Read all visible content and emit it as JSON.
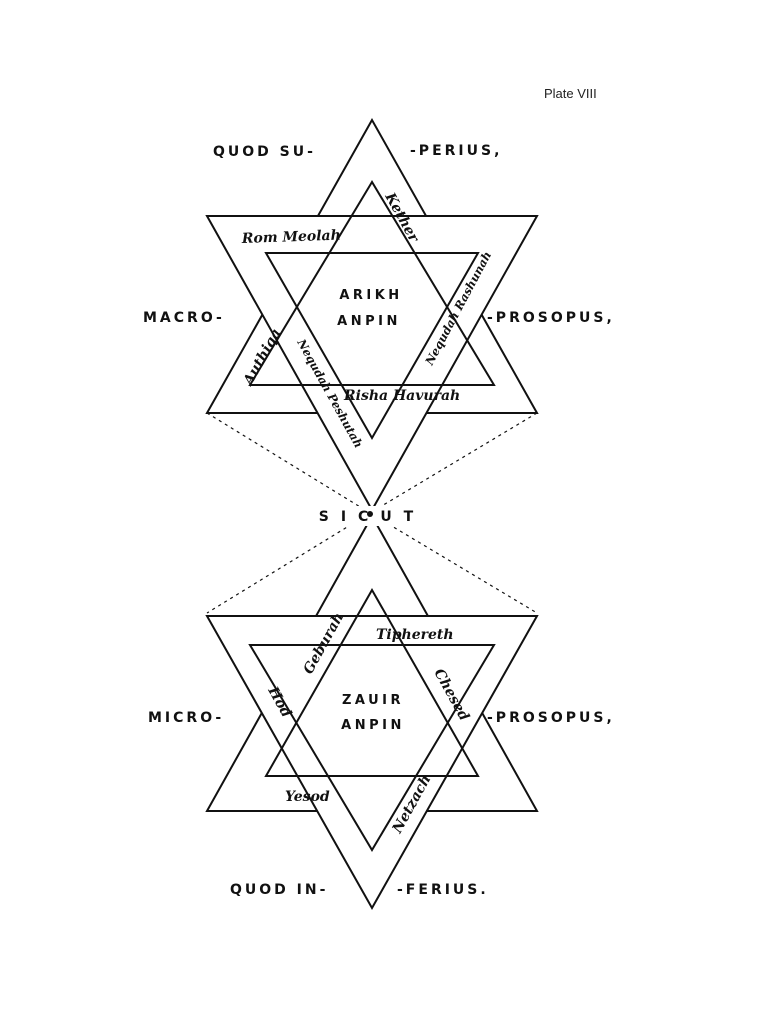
{
  "plate": "Plate VIII",
  "upper": {
    "left_top": "QUOD SU-",
    "right_top": "-PERIUS,",
    "left_mid": "MACRO-",
    "right_mid": "-PROSOPUS,",
    "center_line1": "ARIKH",
    "center_line2": "ANPIN",
    "bands": {
      "top": "Rom Meolah",
      "right_outer": "Kether",
      "right_inner": "Nequdah Rashunah",
      "left": "Authiqa",
      "center": "Nequdah Peshutah",
      "bottom": "Risha Havurah"
    }
  },
  "middle": {
    "sicut": "SICUT"
  },
  "lower": {
    "left_mid": "MICRO-",
    "right_mid": "-PROSOPUS,",
    "left_bottom": "QUOD IN-",
    "right_bottom": "-FERIUS.",
    "center_line1": "ZAUIR",
    "center_line2": "ANPIN",
    "bands": {
      "upper_left": "Geburah",
      "top": "Tiphereth",
      "left": "Hod",
      "right": "Chesed",
      "bottom": "Yesod",
      "lower_right": "Netzach"
    }
  }
}
